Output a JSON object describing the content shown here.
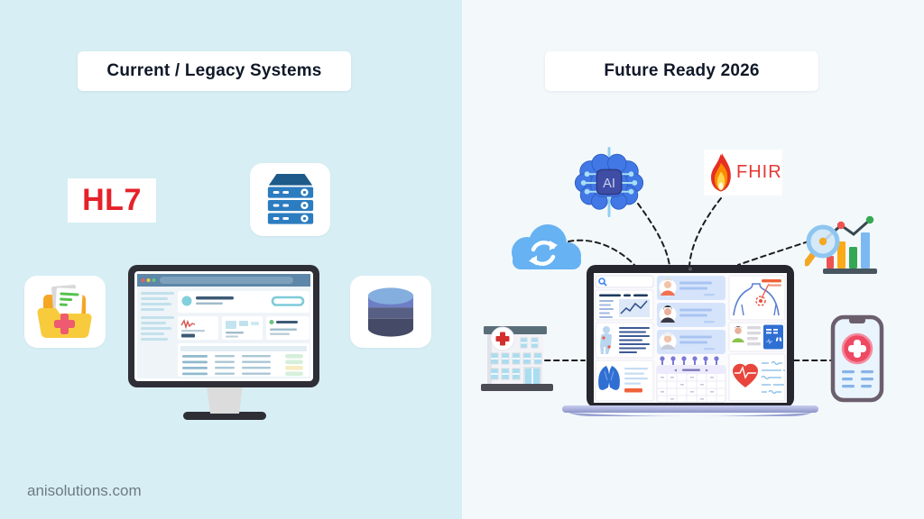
{
  "header": {
    "left_title": "Current / Legacy Systems",
    "right_title": "Future Ready 2026"
  },
  "left_panel": {
    "hl7_label": "HL7",
    "icons": [
      "hl7-logo",
      "server-rack-icon",
      "medical-records-folder-icon",
      "legacy-ehr-monitor",
      "database-icon"
    ]
  },
  "right_panel": {
    "ai_label": "AI",
    "fhir_label": "FHIR",
    "icons": [
      "ai-brain-icon",
      "fhir-flame-logo",
      "cloud-sync-icon",
      "analytics-magnifier-icon",
      "hospital-building-icon",
      "health-dashboard-laptop",
      "mobile-health-app-icon"
    ]
  },
  "footer": {
    "website": "anisolutions.com"
  },
  "colors": {
    "left_background": "#d7eef4",
    "right_background": "#f3f8fb",
    "hl7_red": "#e62129",
    "fhir_red": "#e53935",
    "ai_chip_blue": "#3f4da5",
    "brain_blue": "#4178e6",
    "cloud_blue": "#66b2f2",
    "title_text": "#101828",
    "footer_text": "#6d7b84",
    "connector_black": "#1c1c1c"
  }
}
